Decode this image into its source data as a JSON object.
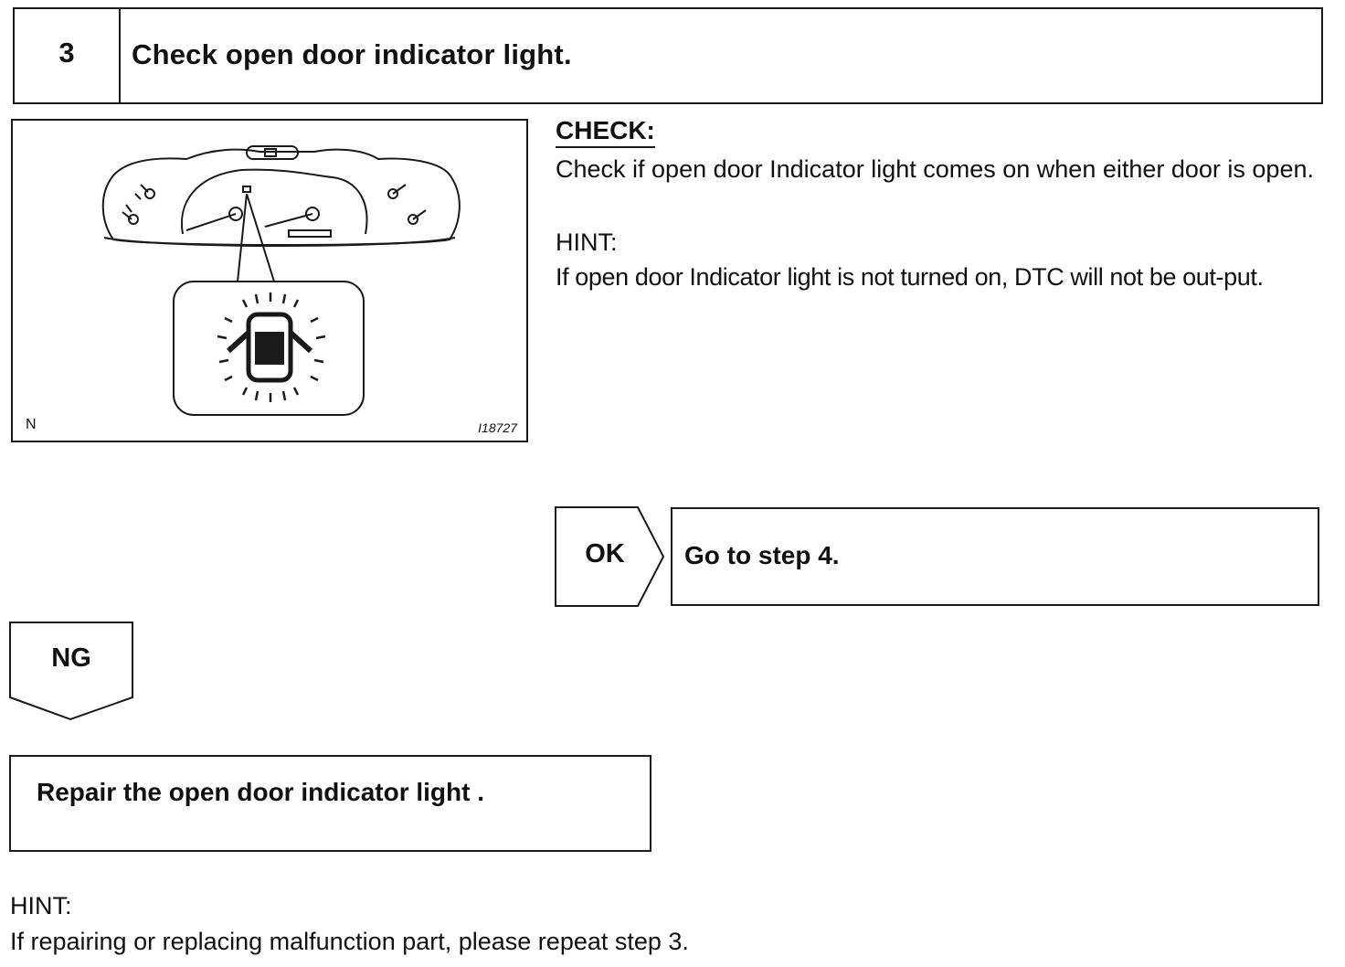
{
  "step": {
    "number": "3",
    "title": "Check open door indicator light."
  },
  "figure": {
    "corner_mark": "N",
    "code": "I18727",
    "illustration": "instrument-cluster-open-door-indicator"
  },
  "check": {
    "label": "CHECK:",
    "text": "Check if open door Indicator light comes on when either door is open."
  },
  "hint_top": {
    "label": "HINT:",
    "text": "If open door Indicator light is not turned on, DTC will not be out-put."
  },
  "ok_branch": {
    "label": "OK",
    "action": "Go to step 4."
  },
  "ng_branch": {
    "label": "NG",
    "action": "Repair the open door indicator light ."
  },
  "hint_bottom": {
    "label": "HINT:",
    "text": "If repairing or replacing malfunction part, please repeat step 3."
  },
  "colors": {
    "ink": "#1a1a1a",
    "paper": "#ffffff"
  }
}
